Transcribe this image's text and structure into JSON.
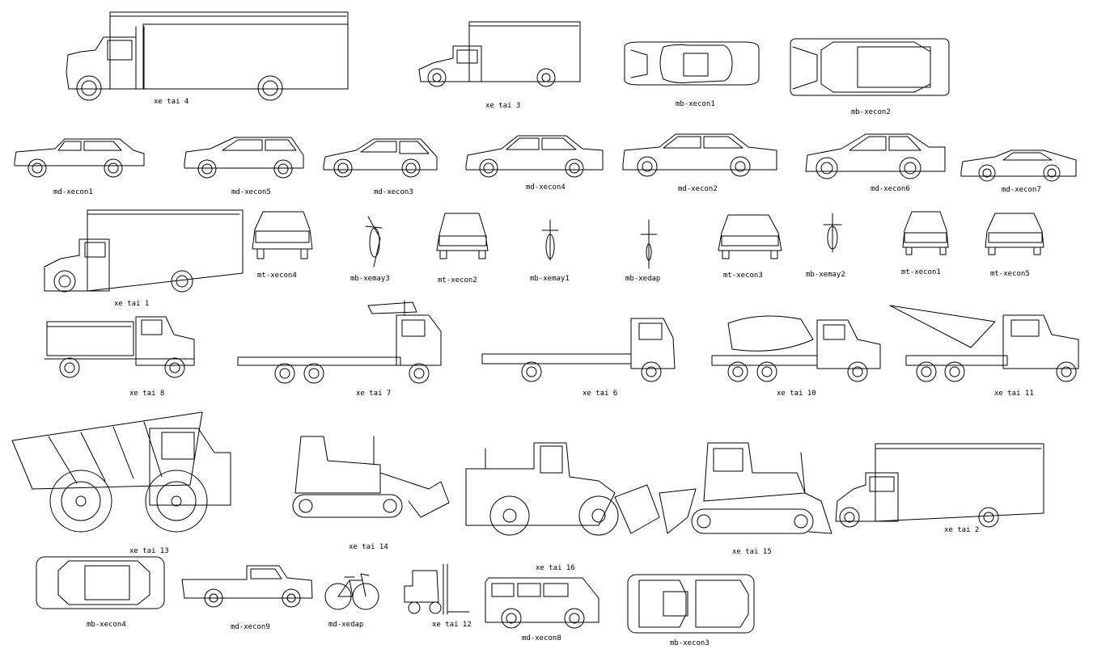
{
  "drawing": {
    "blocks": [
      {
        "id": "t4",
        "label": "xe tai 4",
        "kind": "box-truck"
      },
      {
        "id": "t3",
        "label": "xe tai 3",
        "kind": "box-truck"
      },
      {
        "id": "mbx1",
        "label": "mb-xecon1",
        "kind": "car-top"
      },
      {
        "id": "mbx2",
        "label": "mb-xecon2",
        "kind": "car-top"
      },
      {
        "id": "mdx1",
        "label": "md-xecon1",
        "kind": "car-side"
      },
      {
        "id": "mdx5",
        "label": "md-xecon5",
        "kind": "car-side"
      },
      {
        "id": "mdx3",
        "label": "md-xecon3",
        "kind": "car-side"
      },
      {
        "id": "mdx4",
        "label": "md-xecon4",
        "kind": "car-side"
      },
      {
        "id": "mdx2",
        "label": "md-xecon2",
        "kind": "car-side"
      },
      {
        "id": "mdx6",
        "label": "md-xecon6",
        "kind": "car-side"
      },
      {
        "id": "mdx7",
        "label": "md-xecon7",
        "kind": "car-side"
      },
      {
        "id": "t1",
        "label": "xe tai 1",
        "kind": "box-truck"
      },
      {
        "id": "mtx4",
        "label": "mt-xecon4",
        "kind": "car-front"
      },
      {
        "id": "mbm3",
        "label": "mb-xemay3",
        "kind": "motorbike-top"
      },
      {
        "id": "mtx2",
        "label": "mt-xecon2",
        "kind": "car-front"
      },
      {
        "id": "mbm1",
        "label": "mb-xemay1",
        "kind": "motorbike-top"
      },
      {
        "id": "mbxd",
        "label": "mb-xedap",
        "kind": "bicycle-top"
      },
      {
        "id": "mtx3",
        "label": "mt-xecon3",
        "kind": "car-front"
      },
      {
        "id": "mbm2",
        "label": "mb-xemay2",
        "kind": "motorbike-top"
      },
      {
        "id": "mtx1",
        "label": "mt-xecon1",
        "kind": "car-front"
      },
      {
        "id": "mtx5",
        "label": "mt-xecon5",
        "kind": "car-front"
      },
      {
        "id": "t8",
        "label": "xe tai 8",
        "kind": "dump-truck"
      },
      {
        "id": "t7",
        "label": "xe tai 7",
        "kind": "crane-truck"
      },
      {
        "id": "t6",
        "label": "xe tai 6",
        "kind": "flatbed-truck"
      },
      {
        "id": "t10",
        "label": "xe tai 10",
        "kind": "mixer-truck"
      },
      {
        "id": "t11",
        "label": "xe tai 11",
        "kind": "tow-truck"
      },
      {
        "id": "t13",
        "label": "xe tai 13",
        "kind": "mining-dump-truck"
      },
      {
        "id": "t14",
        "label": "xe tai 14",
        "kind": "crawler-loader"
      },
      {
        "id": "t16",
        "label": "xe tai 16",
        "kind": "wheel-loader"
      },
      {
        "id": "t15",
        "label": "xe tai 15",
        "kind": "bulldozer"
      },
      {
        "id": "t2",
        "label": "xe tai 2",
        "kind": "box-truck"
      },
      {
        "id": "mbx4",
        "label": "mb-xecon4",
        "kind": "car-top"
      },
      {
        "id": "mdx9",
        "label": "md-xecon9",
        "kind": "pickup-side"
      },
      {
        "id": "mdxd",
        "label": "md-xedap",
        "kind": "bicycle-side"
      },
      {
        "id": "t12",
        "label": "xe tai 12",
        "kind": "forklift"
      },
      {
        "id": "mdx8",
        "label": "md-xecon8",
        "kind": "van-side"
      },
      {
        "id": "mbx3",
        "label": "mb-xecon3",
        "kind": "car-top"
      }
    ]
  }
}
